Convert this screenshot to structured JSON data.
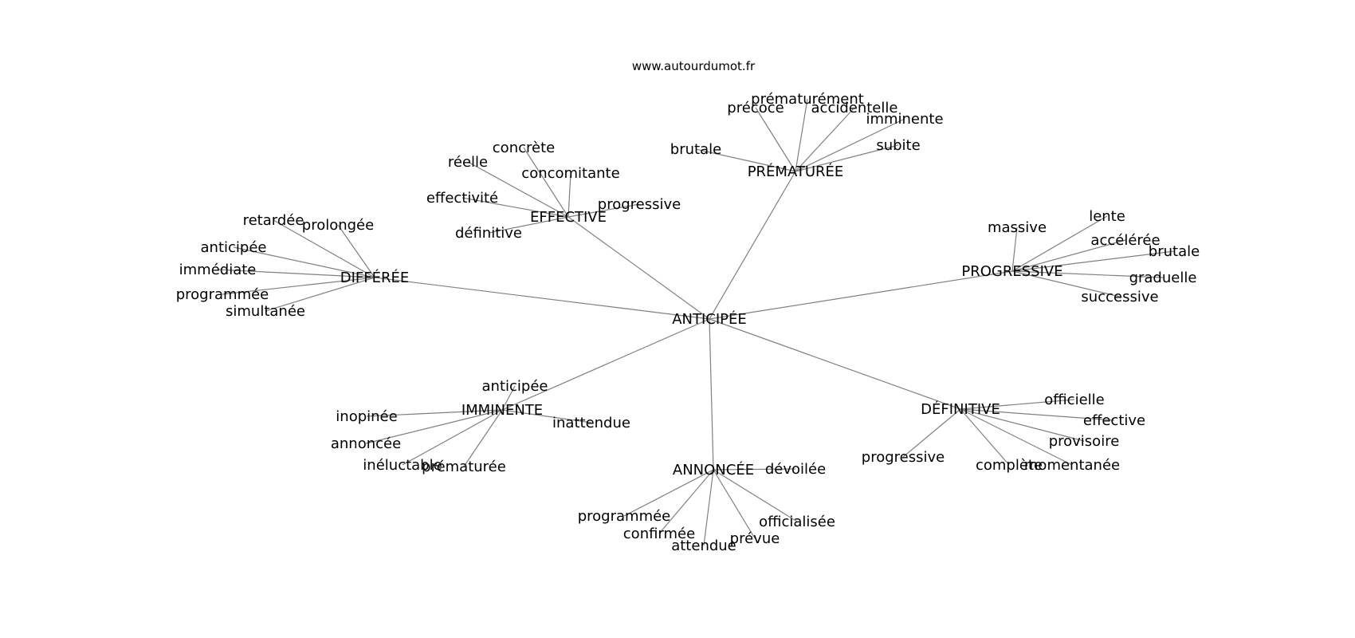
{
  "source_text": "www.autourdumot.fr",
  "graph": {
    "root": "ANTICIPÉE",
    "hubs": [
      {
        "label": "PRÉMATURÉE",
        "leaves": [
          "prématurément",
          "précoce",
          "accidentelle",
          "imminente",
          "brutale",
          "subite"
        ]
      },
      {
        "label": "EFFECTIVE",
        "leaves": [
          "concrète",
          "réelle",
          "concomitante",
          "effectivité",
          "progressive",
          "définitive"
        ]
      },
      {
        "label": "DIFFÉRÉE",
        "leaves": [
          "retardée",
          "prolongée",
          "anticipée",
          "immédiate",
          "programmée",
          "simultanée"
        ]
      },
      {
        "label": "PROGRESSIVE",
        "leaves": [
          "lente",
          "massive",
          "accélérée",
          "brutale",
          "graduelle",
          "successive"
        ]
      },
      {
        "label": "IMMINENTE",
        "leaves": [
          "anticipée",
          "inopinée",
          "inattendue",
          "annoncée",
          "inéluctable",
          "prématurée"
        ]
      },
      {
        "label": "DÉFINITIVE",
        "leaves": [
          "officielle",
          "effective",
          "provisoire",
          "progressive",
          "complète",
          "momentanée"
        ]
      },
      {
        "label": "ANNONCÉE",
        "leaves": [
          "dévoilée",
          "programmée",
          "officialisée",
          "confirmée",
          "prévue",
          "attendue"
        ]
      }
    ]
  }
}
